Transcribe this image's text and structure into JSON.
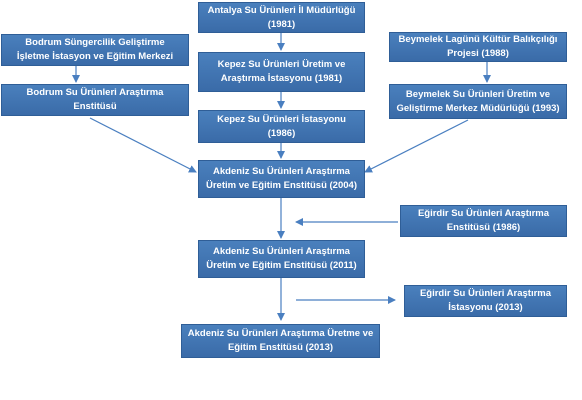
{
  "boxes": {
    "antalya": "Antalya Su Ürünleri İl Müdürlüğü\n(1981)",
    "bodrum_sungercilik": "Bodrum Süngercilik Geliştirme\nİşletme İstasyon ve Eğitim Merkezi",
    "kepez_uretim": "Kepez Su Ürünleri Üretim ve\nAraştırma İstasyonu (1981)",
    "beymelek_lagunu": "Beymelek Lagünü Kültür Balıkçılığı\nProjesi (1988)",
    "bodrum_arastirma": "Bodrum Su Ürünleri Araştırma\nEnstitüsü",
    "beymelek_uretim": "Beymelek Su Ürünleri Üretim ve\nGeliştirme Merkez Müdürlüğü (1993)",
    "kepez_istasyon": "Kepez Su Ürünleri İstasyonu\n(1986)",
    "akdeniz_2004": "Akdeniz Su Ürünleri Araştırma\nÜretim ve Eğitim Enstitüsü (2004)",
    "egirdir_1986": "Eğirdir Su Ürünleri Araştırma\nEnstitüsü (1986)",
    "akdeniz_2011": "Akdeniz Su Ürünleri Araştırma\nÜretim ve Eğitim Enstitüsü (2011)",
    "egirdir_2013": "Eğirdir Su Ürünleri Araştırma\nİstasyonu (2013)",
    "akdeniz_2013": "Akdeniz Su Ürünleri Araştırma Üretme ve\nEğitim Enstitüsü (2013)"
  },
  "colors": {
    "box_fill": "#4472c4",
    "box_border": "#2f5e97",
    "arrow": "#4a7fc0"
  }
}
